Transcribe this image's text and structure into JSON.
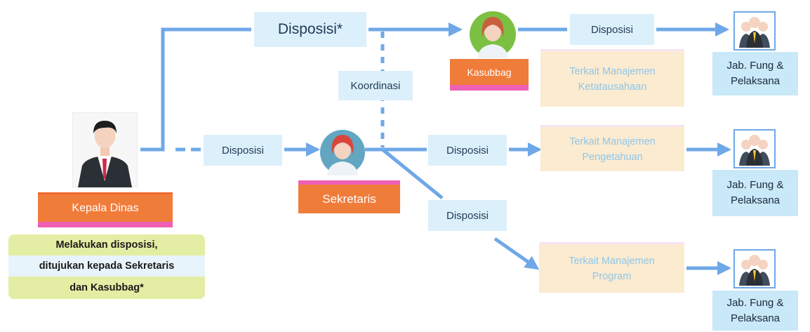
{
  "nodes": {
    "kepala": "Kepala Dinas",
    "sekretaris": "Sekretaris",
    "kasubbag": "Kasubbag"
  },
  "note_lines": [
    "Melakukan disposisi,",
    "ditujukan kepada Sekretaris",
    "dan Kasubbag*"
  ],
  "labels": {
    "disposisi_star": "Disposisi*",
    "disposisi": "Disposisi",
    "koordinasi": "Koordinasi"
  },
  "topics": {
    "t1": [
      "Terkait Manajemen",
      "Ketatausahaan"
    ],
    "t2": [
      "Terkait Manajemen",
      "Pengetahuan"
    ],
    "t3": [
      "Terkait Manajemen",
      "Program"
    ]
  },
  "jab_lines": [
    "Jab. Fung &",
    "Pelaksana"
  ],
  "colors": {
    "line": "#6fa8e8",
    "label_bg": "#dcf0fb",
    "orange": "#f07c3a",
    "pink": "#ef5fb4",
    "note_green": "#e4eda4",
    "topic_bg": "#fbebd1",
    "topic_text": "#8fc6e8",
    "jab_bg": "#c9e8f8"
  }
}
